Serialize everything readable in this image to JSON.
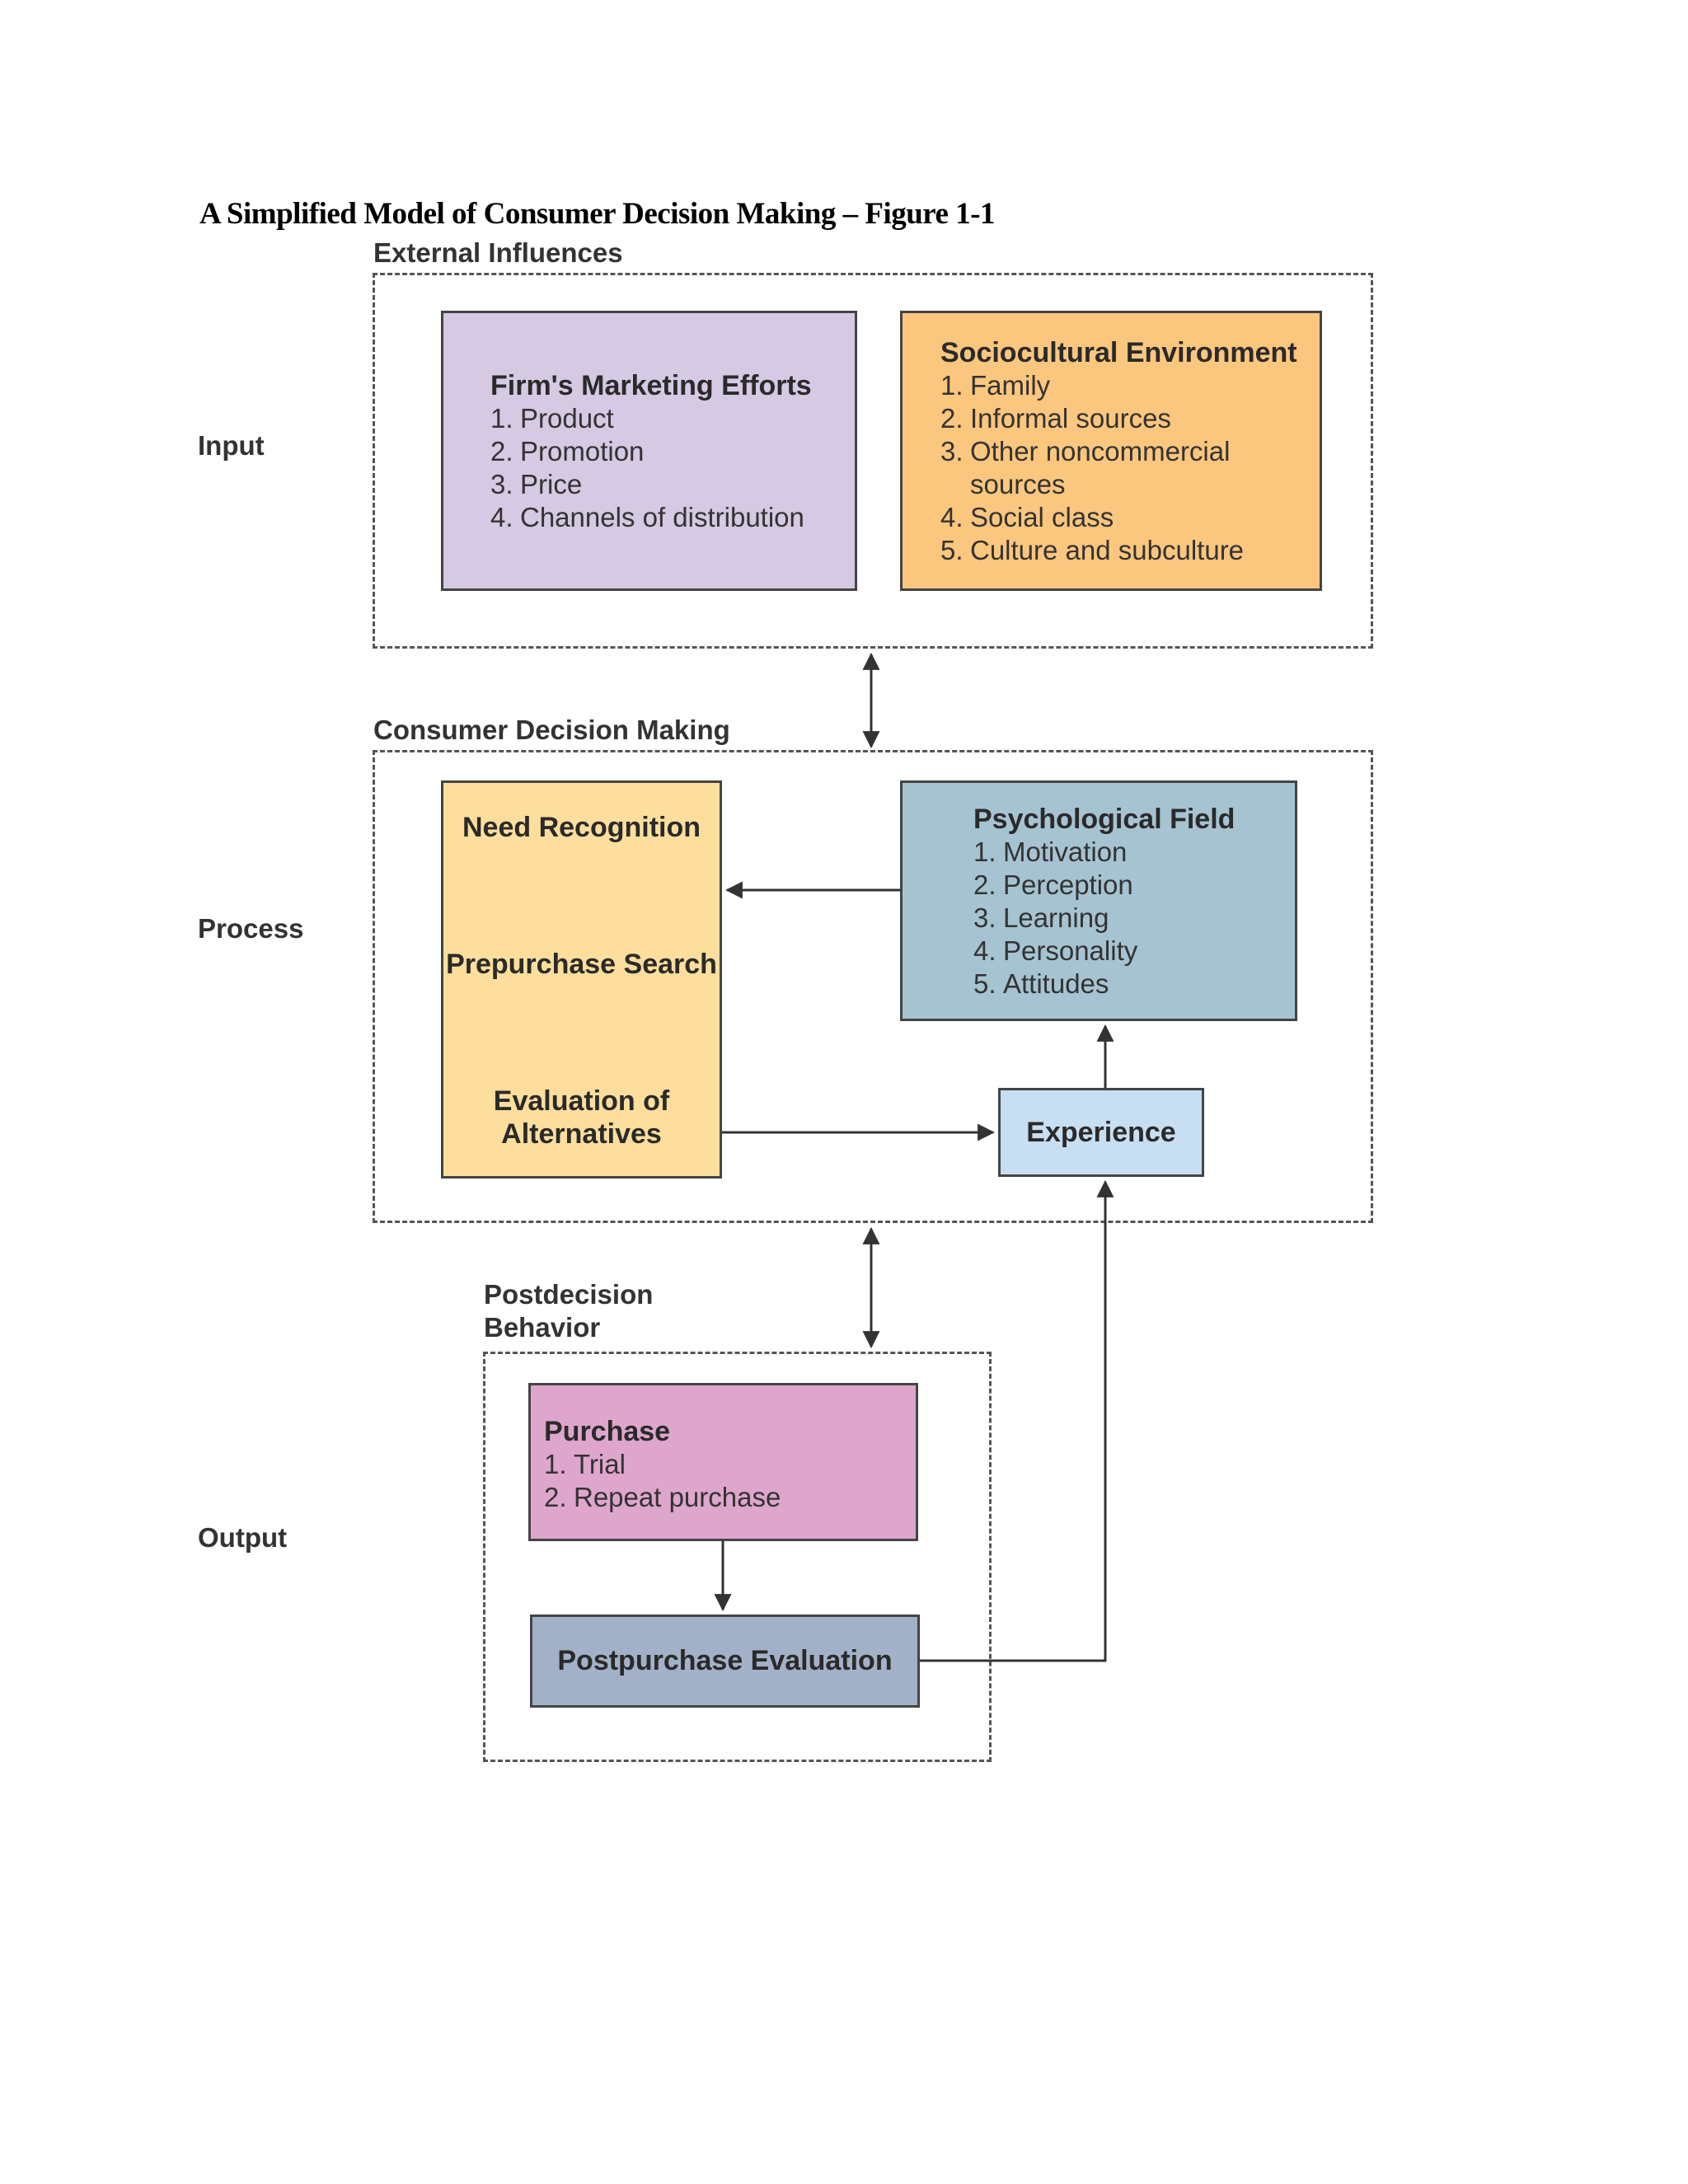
{
  "title": "A Simplified Model of Consumer Decision Making – Figure 1-1",
  "row_labels": {
    "input": "Input",
    "process": "Process",
    "output": "Output"
  },
  "external_influences": {
    "label": "External Influences",
    "marketing": {
      "title": "Firm's Marketing Efforts",
      "items": [
        {
          "num": "1.",
          "text": "Product"
        },
        {
          "num": "2.",
          "text": "Promotion"
        },
        {
          "num": "3.",
          "text": "Price"
        },
        {
          "num": "4.",
          "text": "Channels of distribution"
        }
      ]
    },
    "sociocultural": {
      "title": "Sociocultural Environment",
      "items": [
        {
          "num": "1.",
          "text": "Family"
        },
        {
          "num": "2.",
          "text": "Informal sources"
        },
        {
          "num": "3.",
          "text": "Other noncommercial sources"
        },
        {
          "num": "4.",
          "text": "Social class"
        },
        {
          "num": "5.",
          "text": "Culture and subculture"
        }
      ]
    }
  },
  "consumer_decision_making": {
    "label": "Consumer Decision Making",
    "stages": [
      "Need Recognition",
      "Prepurchase Search",
      "Evaluation of Alternatives"
    ],
    "psychological_field": {
      "title": "Psychological Field",
      "items": [
        {
          "num": "1.",
          "text": "Motivation"
        },
        {
          "num": "2.",
          "text": "Perception"
        },
        {
          "num": "3.",
          "text": "Learning"
        },
        {
          "num": "4.",
          "text": "Personality"
        },
        {
          "num": "5.",
          "text": "Attitudes"
        }
      ]
    },
    "experience": "Experience"
  },
  "postdecision_behavior": {
    "label_line1": "Postdecision",
    "label_line2": "Behavior",
    "purchase": {
      "title": "Purchase",
      "items": [
        {
          "num": "1.",
          "text": "Trial"
        },
        {
          "num": "2.",
          "text": "Repeat purchase"
        }
      ]
    },
    "postpurchase_evaluation": "Postpurchase Evaluation"
  },
  "colors": {
    "marketing_fill": "#d6c9e3",
    "sociocultural_fill": "#fbc67e",
    "stages_fill": "#fdde9c",
    "psychological_fill": "#a6c3d2",
    "experience_fill": "#c8def1",
    "purchase_fill": "#dea6cc",
    "postpurchase_fill": "#a3b1c8"
  }
}
